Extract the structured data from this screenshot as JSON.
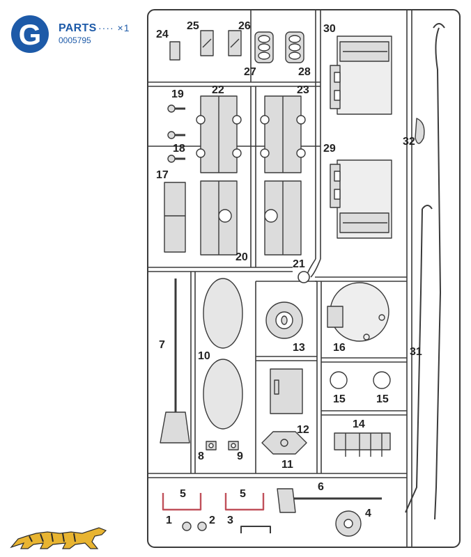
{
  "header": {
    "sprue_letter": "G",
    "parts_label": "PARTS",
    "quantity_label": "···· ×1",
    "part_code": "0005795"
  },
  "colors": {
    "brand_blue": "#1d5aa8",
    "line": "#3a3a3a",
    "part_fill": "#dcdcdc",
    "highlight_red": "#c0505a"
  },
  "part_numbers": [
    "24",
    "25",
    "26",
    "27",
    "28",
    "30",
    "19",
    "22",
    "23",
    "18",
    "32",
    "29",
    "17",
    "20",
    "21",
    "7",
    "10",
    "13",
    "16",
    "31",
    "15",
    "15",
    "14",
    "12",
    "8",
    "9",
    "11",
    "6",
    "5",
    "5",
    "1",
    "2",
    "3",
    "4"
  ],
  "logo": "tiger-logo"
}
